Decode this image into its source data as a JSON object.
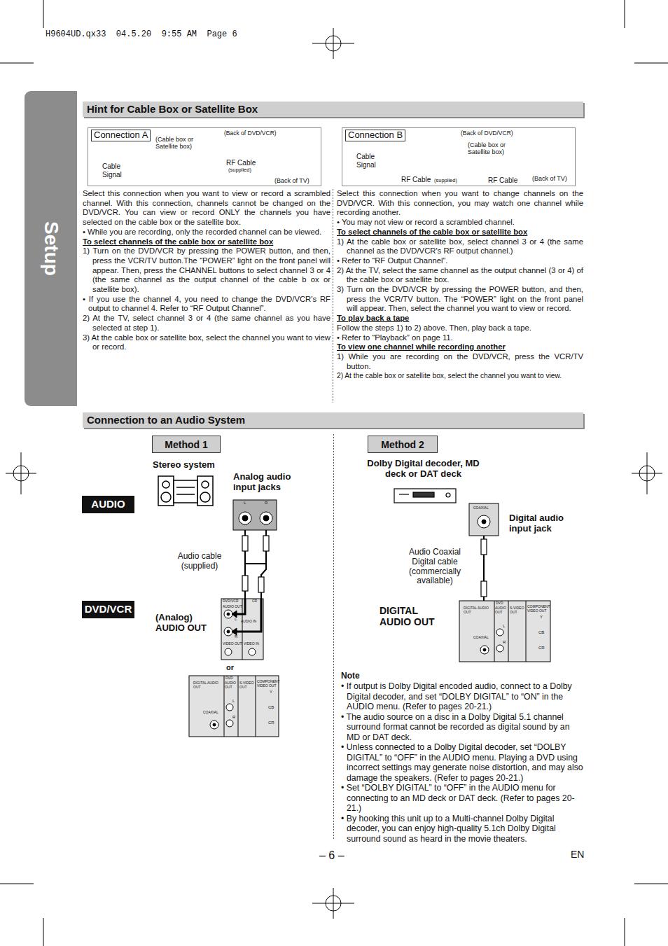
{
  "diagram": {
    "nodes": [
      {
        "text": [
          "Hint for Cable Box or Satellite Box"
        ]
      },
      {
        "text": [
          "Connection A"
        ]
      },
      {
        "text": [
          "Connection B"
        ]
      },
      {
        "text": [
          "Connection to an Audio System"
        ]
      },
      {
        "text": [
          "Method 1"
        ]
      },
      {
        "text": [
          "Method 2"
        ]
      },
      {
        "text": [
          "AUDIO"
        ]
      },
      {
        "text": [
          "DVD/VCR"
        ]
      },
      {
        "text": [
          "Setup"
        ]
      },
      {
        "text": [
          "L",
          "R"
        ]
      },
      {
        "text": [
          "DVD/VCR",
          "CR",
          "AUDIO OUT",
          "L",
          "R",
          "AUDIO IN",
          "VIDEO OUT",
          "VIDEO IN"
        ]
      },
      {
        "text": [
          "DVD",
          "DIGITAL AUDIO OUT",
          "AUDIO OUT",
          "S-VIDEO OUT",
          "COMPONENT VIDEO OUT",
          "COAXIAL",
          "L",
          "R",
          "Y",
          "CB",
          "CR"
        ]
      },
      {
        "text": [
          "COAXIAL"
        ]
      },
      {
        "text": [
          "DVD",
          "DIGITAL AUDIO OUT",
          "AUDIO OUT",
          "S-VIDEO OUT",
          "COMPONENT VIDEO OUT",
          "COAXIAL",
          "L",
          "R",
          "Y",
          "CB",
          "CR"
        ]
      }
    ],
    "edges": [
      {
        "from": 9,
        "to": 10,
        "arrow": "none"
      },
      {
        "from": 12,
        "to": 13,
        "arrow": "none"
      }
    ],
    "labels": [
      "H9604UD.qx33  04.5.20  9:55 AM  Page 6",
      "(Cable box or Satellite box)",
      "(Back of DVD/VCR)",
      "Cable Signal",
      "RF Cable",
      "(supplied)",
      "(Back of TV)",
      "(Back of DVD/VCR)",
      "(Cable box or Satellite box)",
      "Cable Signal",
      "RF Cable",
      "(supplied)",
      "RF Cable",
      "(Back of TV)",
      "Select this connection when you want to view or record a scrambled channel. With this connection, channels cannot be changed on the DVD/VCR. You can view or record ONLY the channels you have selected on the cable box or the satellite box.",
      "• While you are recording, only the recorded channel can be viewed.",
      "To select channels of the cable box or satellite box",
      "1) Turn on the DVD/VCR by pressing the POWER button, and then, press the VCR/TV button.The “POWER” light on the front panel will appear. Then, press the CHANNEL buttons to select channel 3 or 4 (the same channel as the output channel of the cable b ox or satellite box).",
      "• If you use the channel 4, you need to change the DVD/VCR's RF output to channel 4. Refer to “RF Output Channel”.",
      "2) At the TV, select channel 3 or 4 (the same channel as you have selected at step 1).",
      "3) At the cable box or satellite box, select the channel you want to view or record.",
      "Select this connection when you want to change channels on the DVD/VCR. With this connection, you may watch one channel while recording another.",
      "• You may not view or record a scrambled channel.",
      "To select channels of the cable box or satellite box",
      "1) At the cable box or satellite box, select channel 3 or 4 (the same channel as the DVD/VCR's RF output channel.)",
      "• Refer to “RF Output Channel”.",
      "2) At the TV, select the same channel as the output channel (3 or 4) of the cable box or satellite box.",
      "3) Turn on the DVD/VCR by pressing the POWER button, and then, press the VCR/TV button. The “POWER” light on the front panel will appear. Then, select the channel you want to view or record.",
      "To play back a tape",
      "Follow the steps 1) to 2) above. Then, play back a tape.",
      "• Refer to “Playback” on page 11.",
      "To view one channel while recording another",
      "1) While you are recording on the DVD/VCR, press the VCR/TV button.",
      "2) At the cable box or satellite box, select the channel you want to view.",
      "Stereo system",
      "Analog audio input jacks",
      "Audio cable (supplied)",
      "(Analog) AUDIO OUT",
      "or",
      "Dolby Digital decoder, MD deck or DAT deck",
      "Digital audio input jack",
      "Audio Coaxial Digital cable (commercially available)",
      "DIGITAL AUDIO OUT",
      "Note",
      "• If output is Dolby Digital encoded audio, connect to a Dolby Digital decoder, and set “DOLBY DIGITAL” to “ON” in the AUDIO menu. (Refer to pages 20-21.)",
      "• The audio source on a disc in a Dolby Digital 5.1 channel surround format cannot be recorded as digital sound by an MD or DAT deck.",
      "• Unless connected to a Dolby Digital decoder, set “DOLBY DIGITAL” to “OFF” in the AUDIO menu. Playing a DVD using incorrect settings may generate noise distortion, and may also damage the speakers. (Refer to pages 20-21.)",
      "• Set “DOLBY DIGITAL” to “OFF” in the AUDIO menu for connecting to an MD deck or DAT deck. (Refer to pages 20-21.)",
      "• By hooking this unit up to a Multi-channel Dolby Digital decoder, you can enjoy high-quality 5.1ch Dolby Digital surround sound as heard in the movie theaters.",
      "– 6 –",
      "EN"
    ]
  }
}
